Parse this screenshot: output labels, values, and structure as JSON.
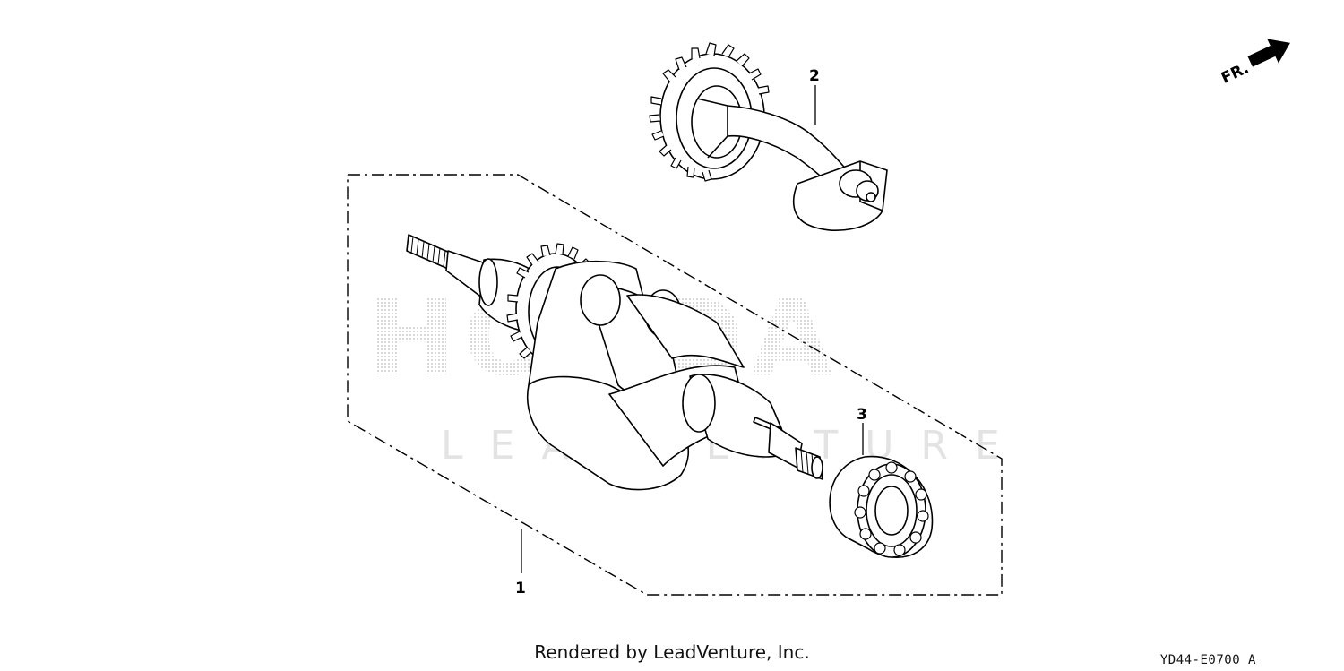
{
  "diagram": {
    "callouts": [
      {
        "id": "1",
        "label": "1"
      },
      {
        "id": "2",
        "label": "2"
      },
      {
        "id": "3",
        "label": "3"
      }
    ],
    "direction_indicator": {
      "label": "FR.",
      "icon": "front-arrow-icon"
    },
    "watermark": {
      "brand": "HONDA",
      "sub": "LEADVENTURE"
    },
    "footer": {
      "credit": "Rendered by LeadVenture, Inc.",
      "diagram_code": "YD44-E0700 A"
    },
    "colors": {
      "line": "#000000",
      "watermark": "#d0d0d0",
      "background": "#ffffff"
    }
  }
}
